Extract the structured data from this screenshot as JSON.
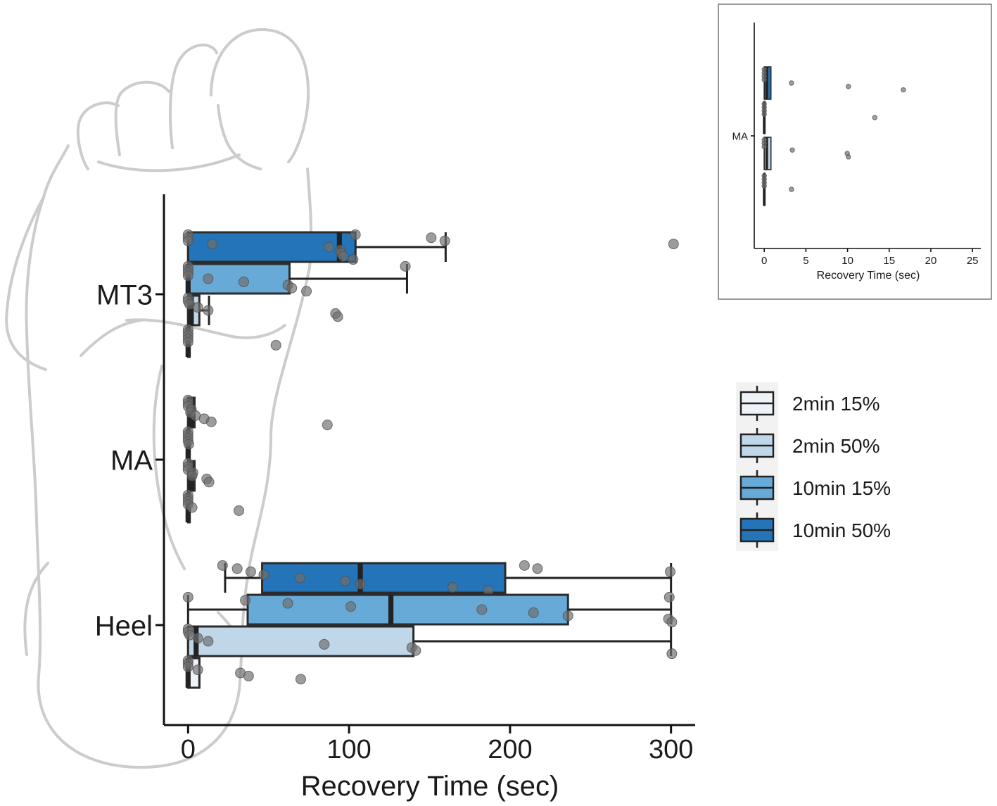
{
  "chart_data": [
    {
      "type": "box",
      "xlabel": "Recovery Time (sec)",
      "ylabel": "",
      "xlim": [
        -15,
        315
      ],
      "x_ticks": [
        0,
        100,
        200,
        300
      ],
      "categories": [
        "MT3",
        "MA",
        "Heel"
      ],
      "legend": {
        "position": "right",
        "entries": [
          {
            "label": "2min 15%",
            "color": "#eef3fa"
          },
          {
            "label": "2min 50%",
            "color": "#bfd7e8"
          },
          {
            "label": "10min 15%",
            "color": "#67aad8"
          },
          {
            "label": "10min 50%",
            "color": "#2474b9"
          }
        ]
      },
      "background_image": "foot-outline",
      "series": [
        {
          "name": "10min 50%",
          "boxes": [
            {
              "category": "MT3",
              "whisker_low": 0,
              "q1": 0,
              "median": 94,
              "q3": 104,
              "whisker_high": 160,
              "points": [
                0,
                0,
                0,
                14,
                88,
                93,
                95,
                98,
                102,
                105,
                150,
                160,
                300
              ]
            },
            {
              "category": "MA",
              "whisker_low": 0,
              "q1": 0,
              "median": 2,
              "q3": 4,
              "whisker_high": 4,
              "points": [
                0,
                0,
                0,
                1,
                2,
                3,
                10,
                16,
                86
              ]
            },
            {
              "category": "Heel",
              "whisker_low": 23,
              "q1": 46,
              "median": 107,
              "q3": 197,
              "whisker_high": 300,
              "points": [
                23,
                30,
                40,
                46,
                70,
                96,
                107,
                166,
                186,
                210,
                216,
                300
              ]
            }
          ]
        },
        {
          "name": "10min 15%",
          "boxes": [
            {
              "category": "MT3",
              "whisker_low": 0,
              "q1": 0,
              "median": 0,
              "q3": 63,
              "whisker_high": 136,
              "points": [
                0,
                0,
                0,
                0,
                13,
                33,
                62,
                66,
                73,
                136
              ]
            },
            {
              "category": "MA",
              "whisker_low": 0,
              "q1": 0,
              "median": 0,
              "q3": 1,
              "whisker_high": 1,
              "points": [
                0,
                0,
                0,
                0,
                1
              ]
            },
            {
              "category": "Heel",
              "whisker_low": 0,
              "q1": 37,
              "median": 126,
              "q3": 236,
              "whisker_high": 300,
              "points": [
                0,
                35,
                63,
                100,
                183,
                213,
                236,
                300,
                300,
                300
              ]
            }
          ]
        },
        {
          "name": "2min 50%",
          "boxes": [
            {
              "category": "MT3",
              "whisker_low": 0,
              "q1": 0,
              "median": 2,
              "q3": 7,
              "whisker_high": 13,
              "points": [
                0,
                0,
                2,
                5,
                13,
                90,
                93
              ]
            },
            {
              "category": "MA",
              "whisker_low": 0,
              "q1": 0,
              "median": 2,
              "q3": 4,
              "whisker_high": 4,
              "points": [
                0,
                0,
                1,
                2,
                3,
                10,
                13
              ]
            },
            {
              "category": "Heel",
              "whisker_low": 0,
              "q1": 0,
              "median": 5,
              "q3": 140,
              "whisker_high": 300,
              "points": [
                0,
                0,
                2,
                5,
                13,
                83,
                139,
                143,
                300
              ]
            }
          ]
        },
        {
          "name": "2min 15%",
          "boxes": [
            {
              "category": "MT3",
              "whisker_low": 0,
              "q1": 0,
              "median": 0,
              "q3": 1,
              "whisker_high": 1,
              "points": [
                0,
                0,
                0,
                0,
                0,
                53
              ]
            },
            {
              "category": "MA",
              "whisker_low": 0,
              "q1": 0,
              "median": 0,
              "q3": 1,
              "whisker_high": 1,
              "points": [
                0,
                0,
                0,
                0,
                3,
                30
              ]
            },
            {
              "category": "Heel",
              "whisker_low": 0,
              "q1": 0,
              "median": 0,
              "q3": 7,
              "whisker_high": 7,
              "points": [
                0,
                0,
                0,
                5,
                33,
                36,
                70
              ]
            }
          ]
        }
      ]
    },
    {
      "type": "box",
      "xlabel": "Recovery Time (sec)",
      "xlim": [
        -1.2,
        26
      ],
      "x_ticks": [
        0,
        5,
        10,
        15,
        20,
        25
      ],
      "categories": [
        "MA"
      ],
      "series": [
        {
          "name": "10min 50%",
          "boxes": [
            {
              "category": "MA",
              "whisker_low": 0,
              "q1": 0,
              "median": 0.3,
              "q3": 0.8,
              "whisker_high": 0.8,
              "points": [
                0,
                0,
                0,
                0,
                3.3,
                10,
                16.7
              ]
            }
          ]
        },
        {
          "name": "10min 15%",
          "boxes": [
            {
              "category": "MA",
              "whisker_low": 0,
              "q1": 0,
              "median": 0,
              "q3": 0,
              "whisker_high": 0,
              "points": [
                0,
                0,
                0,
                0,
                13.3
              ]
            }
          ]
        },
        {
          "name": "2min 50%",
          "boxes": [
            {
              "category": "MA",
              "whisker_low": 0,
              "q1": 0,
              "median": 0.3,
              "q3": 0.8,
              "whisker_high": 0.8,
              "points": [
                0,
                0,
                0,
                3.3,
                10,
                10
              ]
            }
          ]
        },
        {
          "name": "2min 15%",
          "boxes": [
            {
              "category": "MA",
              "whisker_low": 0,
              "q1": 0,
              "median": 0,
              "q3": 0,
              "whisker_high": 0,
              "points": [
                0,
                0,
                0,
                0,
                3.3
              ]
            }
          ]
        }
      ]
    }
  ]
}
